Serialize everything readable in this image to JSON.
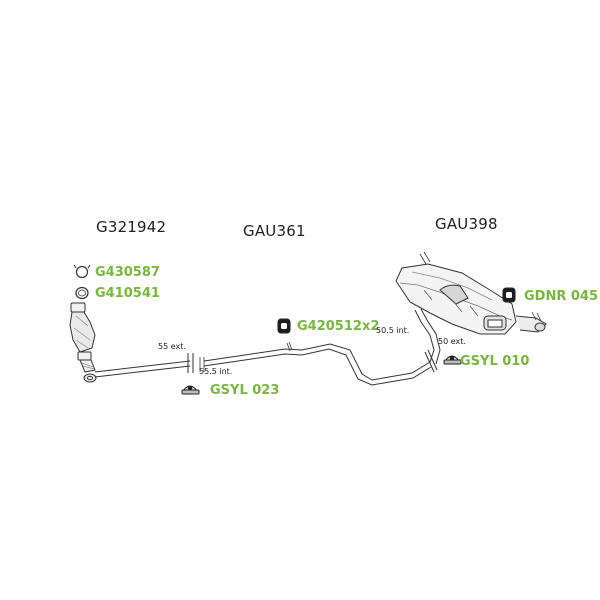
{
  "parts": {
    "front": {
      "label": "G321942"
    },
    "middle": {
      "label": "GAU361"
    },
    "rear": {
      "label": "GAU398"
    }
  },
  "accessories": {
    "clamp_large": {
      "label": "G430587",
      "icon": "clamp-ring-icon"
    },
    "gasket_ring": {
      "label": "G410541",
      "icon": "gasket-ring-icon"
    },
    "rubber_mount_pair": {
      "label": "G420512x2",
      "icon": "rubber-mount-icon"
    },
    "clamp_front": {
      "label": "GSYL 023",
      "icon": "pipe-clamp-icon"
    },
    "clamp_rear": {
      "label": "GSYL 010",
      "icon": "pipe-clamp-icon"
    },
    "rubber_mount_rear": {
      "label": "GDNR 045",
      "icon": "rubber-mount-icon"
    }
  },
  "dimensions": {
    "joint_1_ext": "55 ext.",
    "joint_1_int": "55.5 int.",
    "joint_2_int": "50.5 int.",
    "joint_2_ext": "50 ext."
  },
  "colors": {
    "part_label": "#1f1f1f",
    "accessory_label": "#76b83a",
    "line": "#333333",
    "fill": "#f2f2f2",
    "shade": "#cfcfcf"
  }
}
